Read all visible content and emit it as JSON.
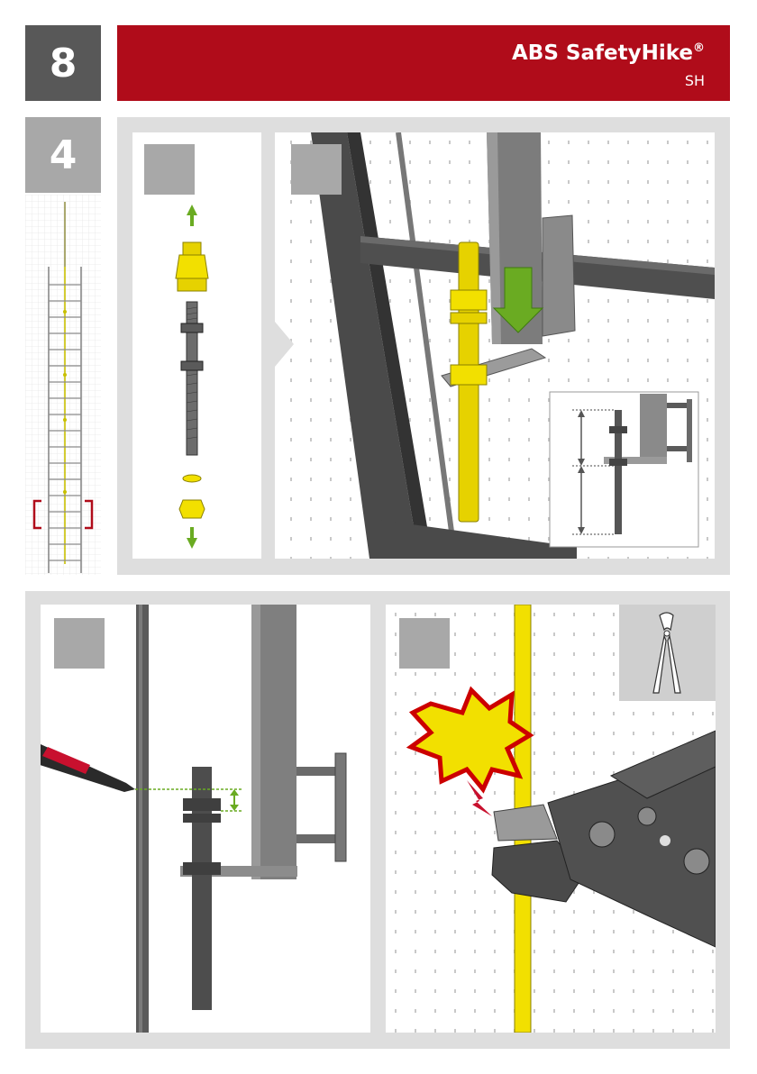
{
  "page": {
    "number": "8"
  },
  "header": {
    "title": "ABS SafetyHike",
    "trademark": "®",
    "subtitle": "SH"
  },
  "step": {
    "number": "4"
  },
  "marker": {
    "label": ""
  },
  "colors": {
    "brand_red": "#b00c1a",
    "accent_yellow": "#f2e000",
    "accent_green": "#6aab22",
    "badge_gray": "#a8a8a8"
  },
  "icons": {
    "up_arrow": "arrow-up-icon",
    "down_arrow": "arrow-down-icon",
    "cutter": "wire-cutter-icon",
    "explosion": "explosion-icon"
  },
  "footnote": ""
}
